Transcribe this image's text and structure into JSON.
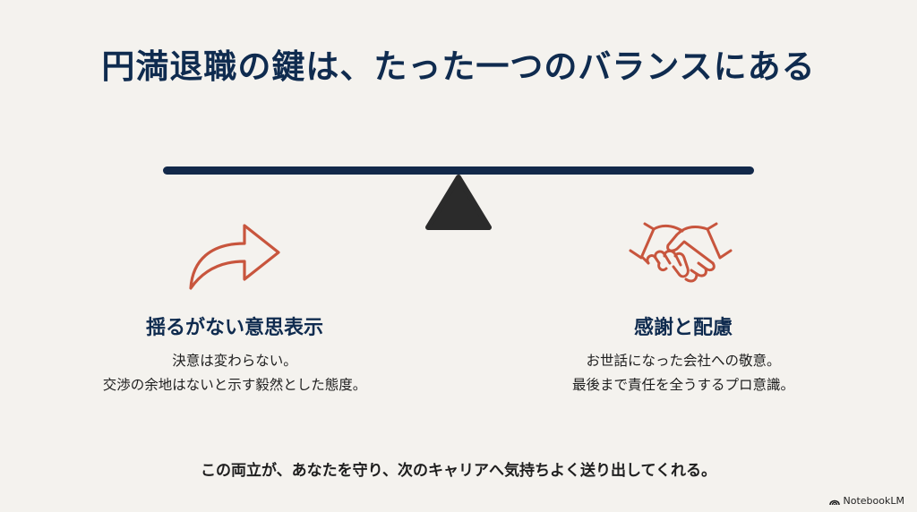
{
  "title": "円満退職の鍵は、たった一つのバランスにある",
  "colors": {
    "navy": "#0f2b4f",
    "accent": "#c8553d",
    "background": "#f4f2ee"
  },
  "left": {
    "icon": "curved-arrow-right-icon",
    "heading": "揺るがない意思表示",
    "lines": [
      "決意は変わらない。",
      "交渉の余地はないと示す毅然とした態度。"
    ]
  },
  "right": {
    "icon": "handshake-icon",
    "heading": "感謝と配慮",
    "lines": [
      "お世話になった会社への敬意。",
      "最後まで責任を全うするプロ意識。"
    ]
  },
  "footer": "この両立が、あなたを守り、次のキャリアへ気持ちよく送り出してくれる。",
  "brand": "NotebookLM"
}
